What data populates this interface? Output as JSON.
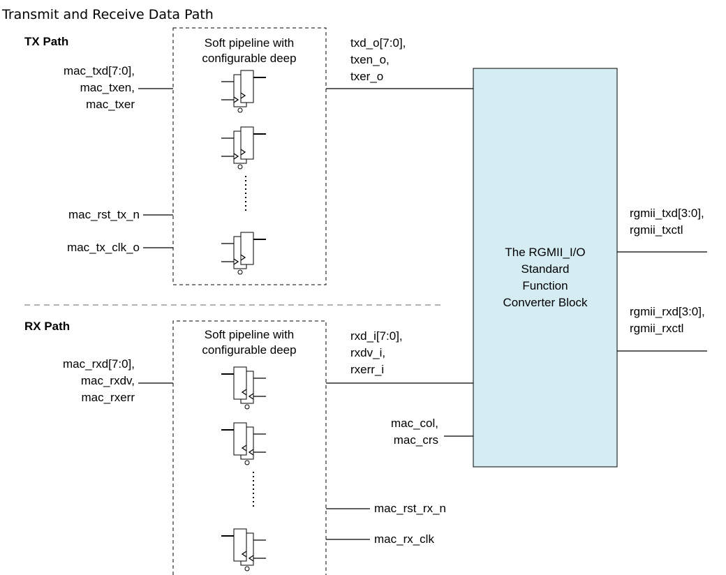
{
  "title": "Transmit and Receive Data Path",
  "tx_path": {
    "heading": "TX Path",
    "pipeline_label": [
      "Soft pipeline with",
      "configurable deep"
    ],
    "input_signals": [
      "mac_txd[7:0],",
      "mac_txen,",
      "mac_txer"
    ],
    "reset_signal": "mac_rst_tx_n",
    "clock_signal": "mac_tx_clk_o",
    "output_signals": [
      "txd_o[7:0],",
      "txen_o,",
      "txer_o"
    ]
  },
  "rx_path": {
    "heading": "RX Path",
    "pipeline_label": [
      "Soft pipeline with",
      "configurable deep"
    ],
    "output_signals": [
      "mac_rxd[7:0],",
      "mac_rxdv,",
      "mac_rxerr"
    ],
    "input_signals": [
      "rxd_i[7:0],",
      "rxdv_i,",
      "rxerr_i"
    ],
    "status_signals": [
      "mac_col,",
      "mac_crs"
    ],
    "reset_signal": "mac_rst_rx_n",
    "clock_signal": "mac_rx_clk"
  },
  "converter_block": {
    "label": [
      "The RGMII_I/O",
      "Standard",
      "Function",
      "Converter Block"
    ],
    "fill_color": "#d4ecf2",
    "tx_pins": [
      "rgmii_txd[3:0],",
      "rgmii_txctl"
    ],
    "rx_pins": [
      "rgmii_rxd[3:0],",
      "rgmii_rxctl"
    ]
  }
}
